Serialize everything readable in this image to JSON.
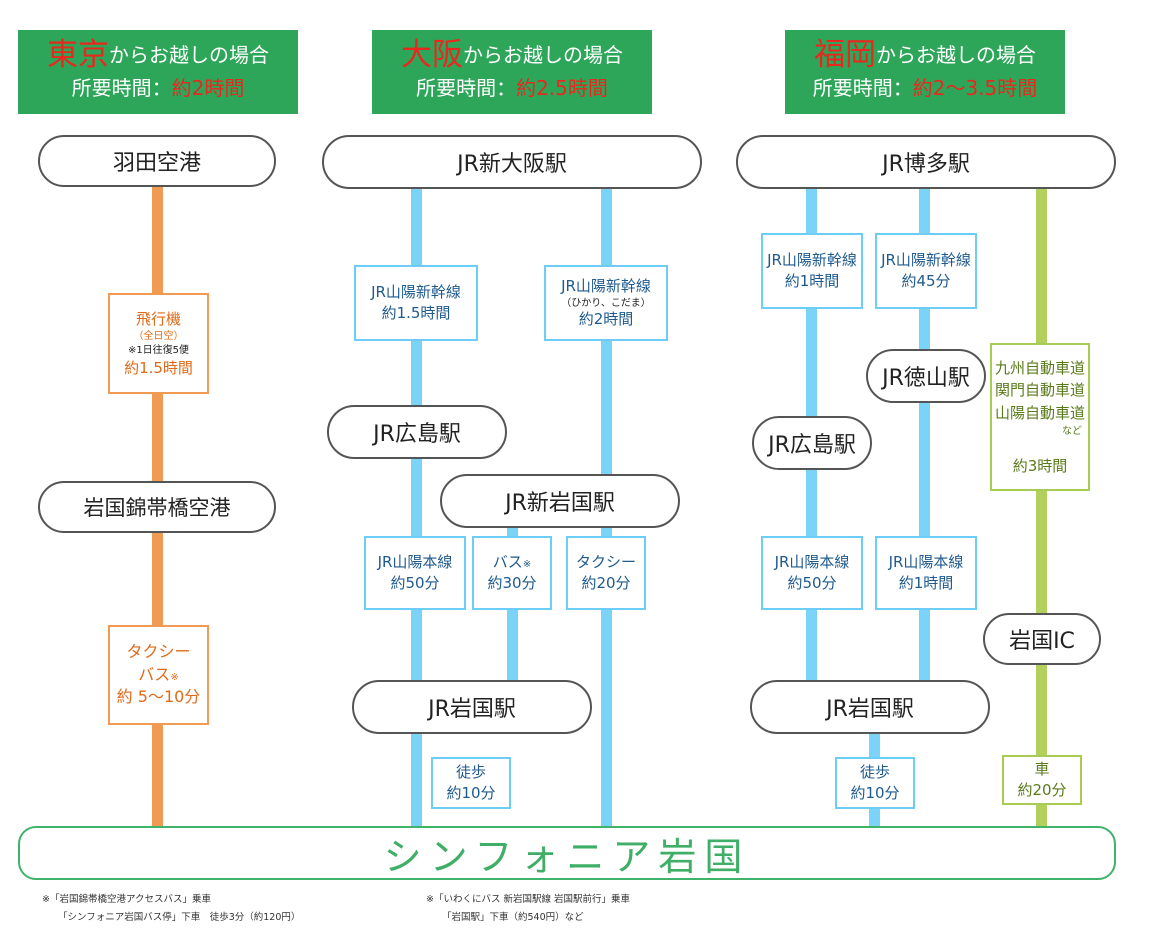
{
  "headers": [
    {
      "city": "東京",
      "suffix": "からお越しの場合",
      "time_label": "所要時間：",
      "time": "約2時間"
    },
    {
      "city": "大阪",
      "suffix": "からお越しの場合",
      "time_label": "所要時間：",
      "time": "約2.5時間"
    },
    {
      "city": "福岡",
      "suffix": "からお越しの場合",
      "time_label": "所要時間：",
      "time": "約2〜3.5時間"
    }
  ],
  "tokyo": {
    "haneda": "羽田空港",
    "plane": {
      "name": "飛行機",
      "airline": "（全日空）",
      "note": "※1日往復5便",
      "time": "約1.5時間"
    },
    "iwakuni_airport": "岩国錦帯橋空港",
    "taxi_bus": {
      "l1": "タクシー",
      "l2": "バス",
      "mark": "※",
      "time": "約 5〜10分"
    }
  },
  "osaka": {
    "shin_osaka": "JR新大阪駅",
    "shinkansen1": {
      "name": "JR山陽新幹線",
      "time": "約1.5時間"
    },
    "shinkansen2": {
      "name": "JR山陽新幹線",
      "sub": "（ひかり、こだま）",
      "time": "約2時間"
    },
    "hiroshima": "JR広島駅",
    "shin_iwakuni": "JR新岩国駅",
    "sanyo": {
      "name": "JR山陽本線",
      "time": "約50分"
    },
    "bus": {
      "name": "バス",
      "mark": "※",
      "time": "約30分"
    },
    "taxi": {
      "name": "タクシー",
      "time": "約20分"
    },
    "iwakuni": "JR岩国駅",
    "walk": {
      "name": "徒歩",
      "time": "約10分"
    }
  },
  "fukuoka": {
    "hakata": "JR博多駅",
    "shinkansen1": {
      "name": "JR山陽新幹線",
      "time": "約1時間"
    },
    "shinkansen2": {
      "name": "JR山陽新幹線",
      "time": "約45分"
    },
    "tokuyama": "JR徳山駅",
    "hiroshima": "JR広島駅",
    "expressway": {
      "l1": "九州自動車道",
      "l2": "関門自動車道",
      "l3": "山陽自動車道",
      "etc": "など",
      "time": "約3時間"
    },
    "sanyo1": {
      "name": "JR山陽本線",
      "time": "約50分"
    },
    "sanyo2": {
      "name": "JR山陽本線",
      "time": "約1時間"
    },
    "iwakuni_ic": "岩国IC",
    "iwakuni": "JR岩国駅",
    "walk": {
      "name": "徒歩",
      "time": "約10分"
    },
    "car": {
      "name": "車",
      "time": "約20分"
    }
  },
  "destination": "シンフォニア岩国",
  "notes": {
    "left1": "※「岩国錦帯橋空港アクセスバス」乗車",
    "left2": "「シンフォニア岩国バス停」下車　徒歩3分（約120円）",
    "right1": "※「いわくにバス 新岩国駅線 岩国駅前行」乗車",
    "right2": "「岩国駅」下車（約540円）など"
  },
  "colors": {
    "header": "#2ea65a",
    "accent_red": "#e8281e",
    "plane_line": "#f09a54",
    "train_line": "#7bd4f8",
    "car_line": "#b3d05c",
    "destination": "#3fae66"
  }
}
